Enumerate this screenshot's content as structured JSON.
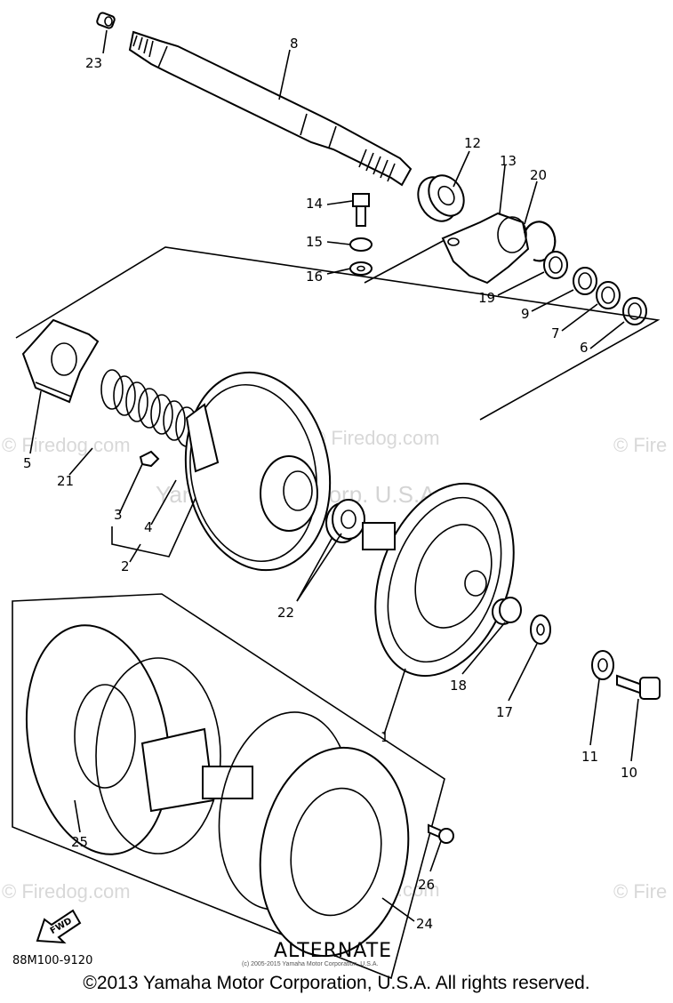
{
  "watermarks": {
    "firedog": "© Firedog.com",
    "firedog_short": "© Fire",
    "yamaha": "Yamaha Motor Corp. U.S.A."
  },
  "callouts": {
    "p1": "1",
    "p2": "2",
    "p3": "3",
    "p4": "4",
    "p5": "5",
    "p6": "6",
    "p7": "7",
    "p8": "8",
    "p9": "9",
    "p10": "10",
    "p11": "11",
    "p12": "12",
    "p13": "13",
    "p14": "14",
    "p15": "15",
    "p16": "16",
    "p17": "17",
    "p18": "18",
    "p19": "19",
    "p20": "20",
    "p21": "21",
    "p22": "22",
    "p23": "23",
    "p24": "24",
    "p25": "25",
    "p26": "26"
  },
  "alternate_label": "ALTERNATE",
  "fwd_label": "FWD",
  "diagram_code": "88M100-9120",
  "small_copyright": "(c) 2005-2015 Yamaha Motor Corporation, U.S.A.",
  "footer": "©2013 Yamaha Motor Corporation, U.S.A. All rights reserved."
}
